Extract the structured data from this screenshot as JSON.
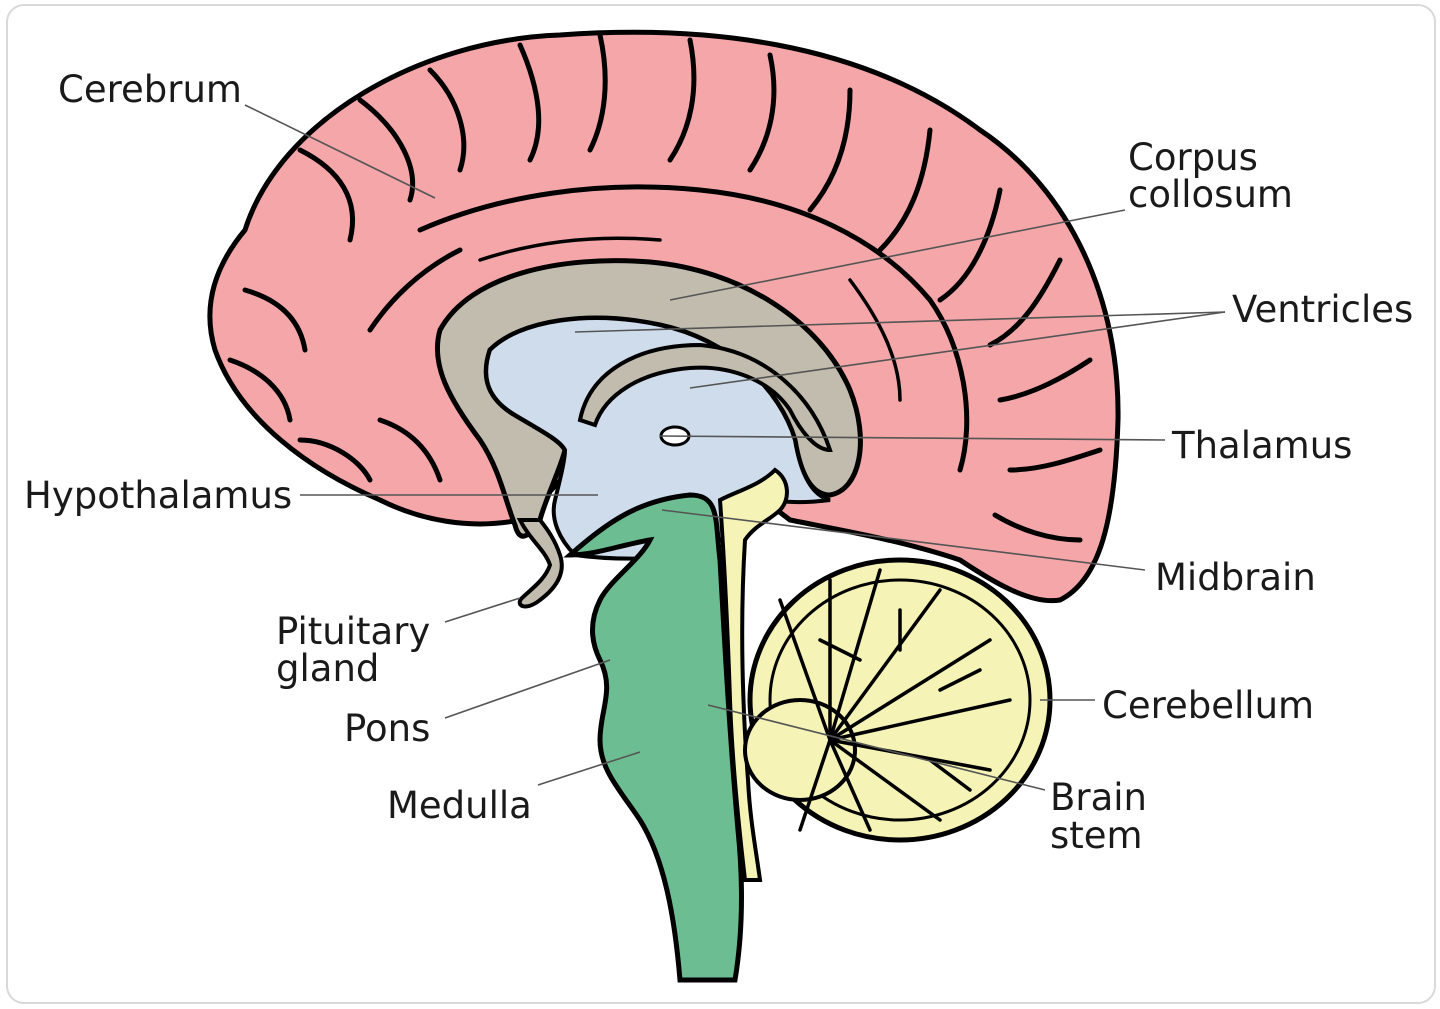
{
  "colors": {
    "cerebrum": "#f4a6a9",
    "corpus_callosum": "#c2bcae",
    "ventricles": "#cfdceb",
    "brain_stem": "#6dbd92",
    "cerebellum": "#f5f3b5",
    "outline": "#000000",
    "frame_border": "#d9d9d9"
  },
  "labels": {
    "cerebrum": "Cerebrum",
    "corpus_line1": "Corpus",
    "corpus_line2": "collosum",
    "ventricles": "Ventricles",
    "thalamus": "Thalamus",
    "hypothalamus": "Hypothalamus",
    "midbrain": "Midbrain",
    "pituitary_line1": "Pituitary",
    "pituitary_line2": "gland",
    "cerebellum": "Cerebellum",
    "pons": "Pons",
    "brainstem_line1": "Brain",
    "brainstem_line2": "stem",
    "medulla": "Medulla"
  }
}
